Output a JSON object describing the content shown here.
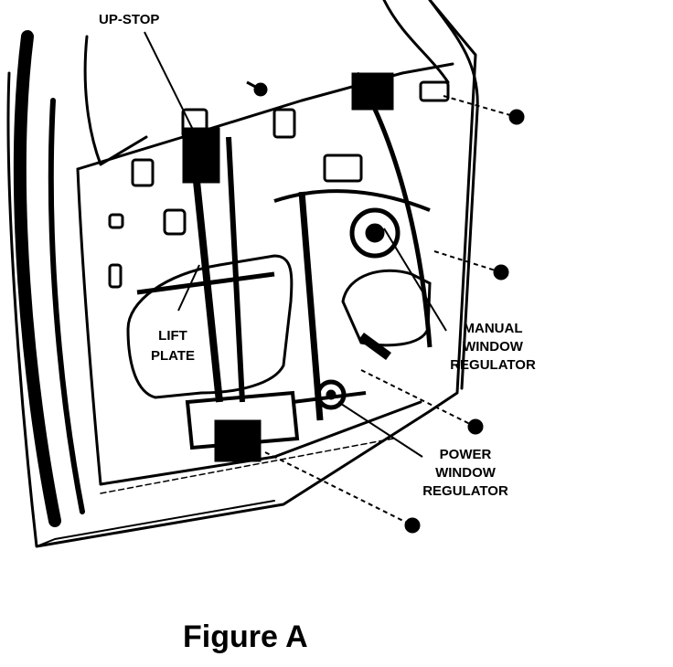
{
  "labels": {
    "up_stop": "UP-STOP",
    "lift_plate_line1": "LIFT",
    "lift_plate_line2": "PLATE",
    "manual_line1": "MANUAL",
    "manual_line2": "WINDOW",
    "manual_line3": "REGULATOR",
    "power_line1": "POWER",
    "power_line2": "WINDOW",
    "power_line3": "REGULATOR"
  },
  "caption": "Figure A",
  "colors": {
    "ink": "#000000",
    "paper": "#ffffff"
  }
}
